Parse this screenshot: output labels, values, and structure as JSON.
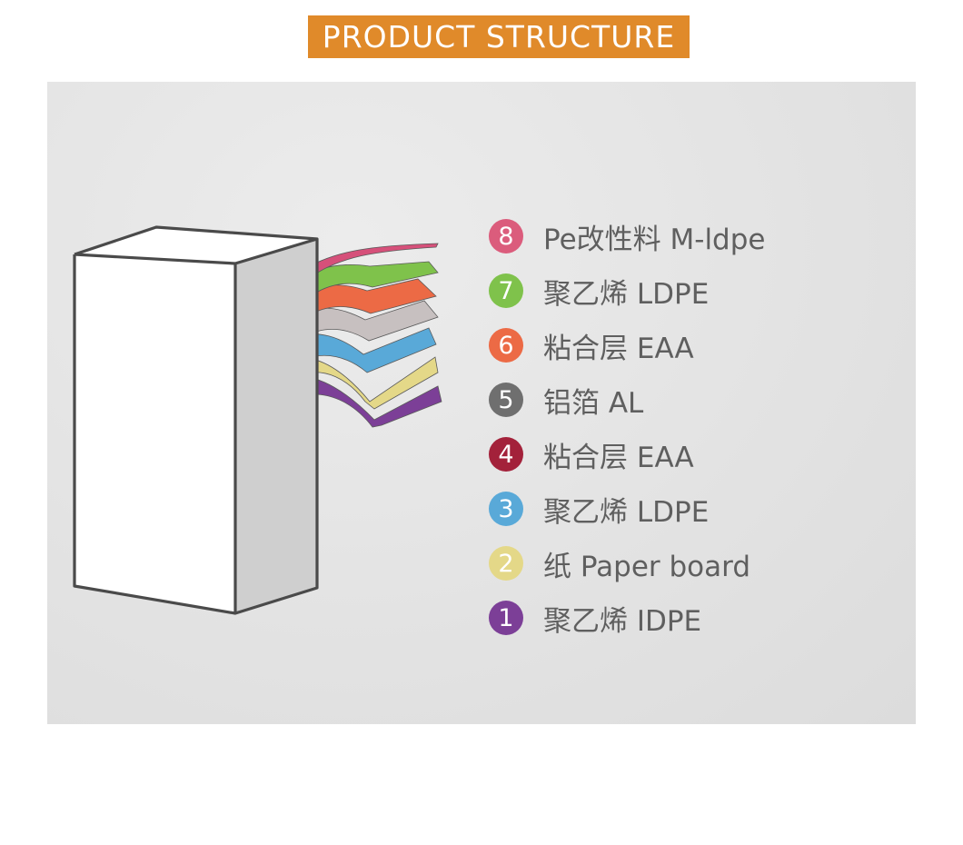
{
  "header": {
    "title": "PRODUCT STRUCTURE",
    "banner_color": "#e08a2a"
  },
  "layers": [
    {
      "number": "8",
      "label": "Pe改性料 M-ldpe",
      "color": "#db5c7c"
    },
    {
      "number": "7",
      "label": "聚乙烯 LDPE",
      "color": "#7fc24b"
    },
    {
      "number": "6",
      "label": "粘合层 EAA",
      "color": "#ec6a45"
    },
    {
      "number": "5",
      "label": "铝箔 AL",
      "color": "#6f6f6f"
    },
    {
      "number": "4",
      "label": "粘合层 EAA",
      "color": "#a3213a"
    },
    {
      "number": "3",
      "label": "聚乙烯 LDPE",
      "color": "#59a9d8"
    },
    {
      "number": "2",
      "label": "纸 Paper board",
      "color": "#e4d888"
    },
    {
      "number": "1",
      "label": "聚乙烯 IDPE",
      "color": "#7c3f97"
    }
  ],
  "sheet_colors": {
    "pink": "#d6507a",
    "green": "#7fc24b",
    "orange": "#ec6a45",
    "silver": "#c7c0c0",
    "blue": "#59a9d8",
    "yellow": "#e4d888",
    "purple": "#7c3f97"
  }
}
